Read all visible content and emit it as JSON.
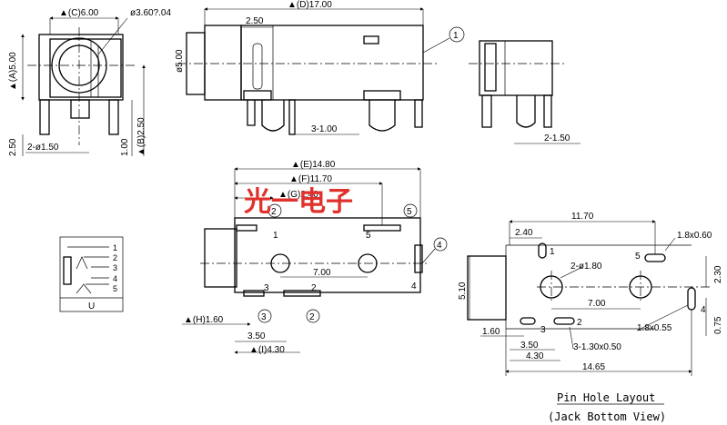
{
  "watermark": "光一电子",
  "top_view": {
    "dims": {
      "C": "▲(C)6.00",
      "hole": "ø3.60?.04",
      "A": "▲(A)5.00",
      "B": "▲(B)2.50",
      "h250": "2.50",
      "pin": "2-ø1.50",
      "h100": "1.00"
    }
  },
  "side_view": {
    "dims": {
      "D": "▲(D)17.00",
      "d250": "2.50",
      "dia5": "ø5.00",
      "pitch": "3-1.00"
    },
    "callout": "1"
  },
  "end_view": {
    "dims": {
      "pins": "2-1.50"
    }
  },
  "bottom_view": {
    "dims": {
      "E": "▲(E)14.80",
      "F": "▲(F)11.70",
      "G": "▲(G)2.40",
      "d700": "7.00",
      "H": "▲(H)1.60",
      "d350": "3.50",
      "I": "▲(I)4.30"
    },
    "pins": [
      "1",
      "2",
      "3",
      "4",
      "5"
    ],
    "callouts": [
      "2",
      "5",
      "4",
      "3",
      "2"
    ]
  },
  "schematic": {
    "pins": [
      "1",
      "2",
      "3",
      "4",
      "5"
    ],
    "label": "U"
  },
  "pcb_layout": {
    "dims": {
      "d1170": "11.70",
      "d240": "2.40",
      "slot5": "1.8x0.60",
      "hole2": "2-ø1.80",
      "d510": "5.10",
      "d230": "2.30",
      "d700": "7.00",
      "slot4": "1.8x0.55",
      "d075": "0.75",
      "d160": "1.60",
      "d350": "3.50",
      "slots3": "3-1.30x0.50",
      "d430": "4.30",
      "d1465": "14.65"
    },
    "pins": [
      "1",
      "2",
      "3",
      "4",
      "5"
    ],
    "title": "Pin Hole Layout",
    "subtitle": "(Jack Bottom View)"
  }
}
